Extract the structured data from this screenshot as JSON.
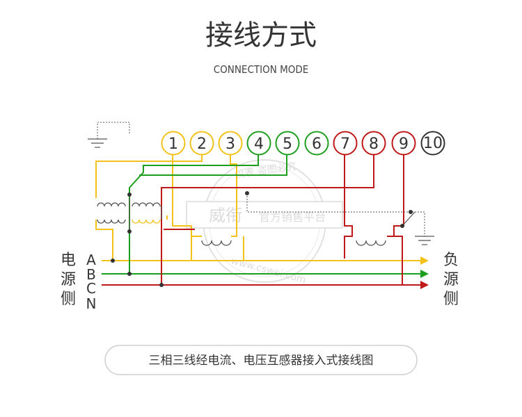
{
  "title": "接线方式",
  "subtitle": "CONNECTION MODE",
  "terminals": [
    {
      "label": "1",
      "color": "#f2c21b"
    },
    {
      "label": "2",
      "color": "#f2c21b"
    },
    {
      "label": "3",
      "color": "#f2c21b"
    },
    {
      "label": "4",
      "color": "#1e9e1e"
    },
    {
      "label": "5",
      "color": "#1e9e1e"
    },
    {
      "label": "6",
      "color": "#1e9e1e"
    },
    {
      "label": "7",
      "color": "#c01818"
    },
    {
      "label": "8",
      "color": "#c01818"
    },
    {
      "label": "9",
      "color": "#c01818"
    },
    {
      "label": "10",
      "color": "#333333"
    }
  ],
  "phases": [
    "A",
    "B",
    "C",
    "N"
  ],
  "source_side": [
    "电",
    "源",
    "侧"
  ],
  "load_side": [
    "负",
    "源",
    "侧"
  ],
  "caption": "三相三线经电流、电压互感器接入式接线图",
  "watermark": {
    "brand": "威衔",
    "platform": "官方销售平台",
    "arc_top": "仪表 盗图必究",
    "arc_bottom": "www.cswei.com"
  },
  "colors": {
    "phase_a": "#f2c21b",
    "phase_b": "#1e9e1e",
    "phase_c": "#c01818",
    "neutral": "#333333",
    "ground": "#555555"
  }
}
